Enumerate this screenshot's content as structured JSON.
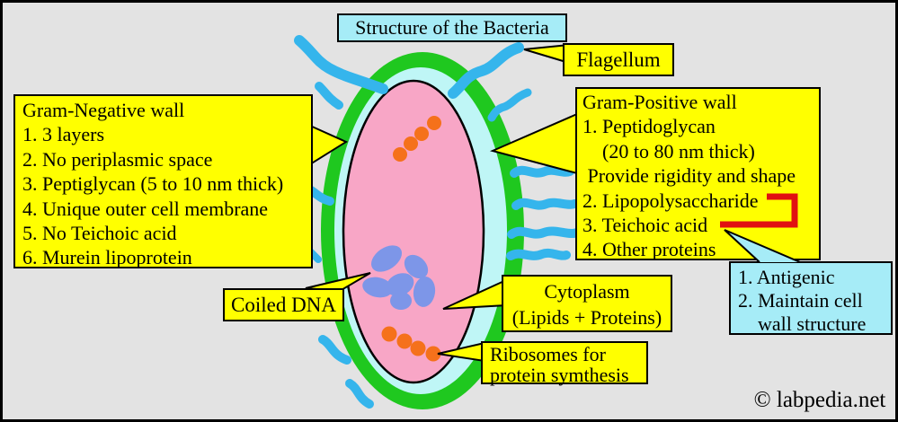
{
  "title": "Structure of the Bacteria",
  "labels": {
    "flagellum": "Flagellum",
    "gram_negative": {
      "heading": "Gram-Negative wall",
      "items": [
        "1. 3 layers",
        "2. No periplasmic space",
        "3. Peptiglycan (5 to 10 nm thick)",
        "4. Unique outer cell membrane",
        "5. No Teichoic acid",
        "6. Murein lipoprotein"
      ]
    },
    "gram_positive": {
      "heading": "Gram-Positive wall",
      "items": [
        "1. Peptidoglycan",
        "    (20 to 80 nm thick)",
        " Provide rigidity and shape",
        "2. Lipopolysaccharide",
        "3. Teichoic acid",
        "4. Other proteins"
      ]
    },
    "antigenic": {
      "items": [
        "1. Antigenic",
        "2. Maintain cell",
        "    wall structure"
      ]
    },
    "coiled_dna": "Coiled DNA",
    "cytoplasm": {
      "line1": "Cytoplasm",
      "line2": "(Lipids + Proteins)"
    },
    "ribosomes": {
      "line1": "Ribosomes for",
      "line2": "protein symthesis"
    },
    "copyright": "© labpedia.net"
  },
  "icons": {
    "copyright_symbol": "circled-c"
  },
  "colors": {
    "bg": "#E3E3E3",
    "text": "#000000",
    "yellowBox": "#FFFF00",
    "cyanBox": "#A6ECF7",
    "green": "#1FC81F",
    "wall": "#BFF6F6",
    "pink": "#F8A6C6",
    "flagella": "#35B5EC",
    "dna": "#7D96E8",
    "orange": "#F5711B",
    "red": "#E11111"
  }
}
